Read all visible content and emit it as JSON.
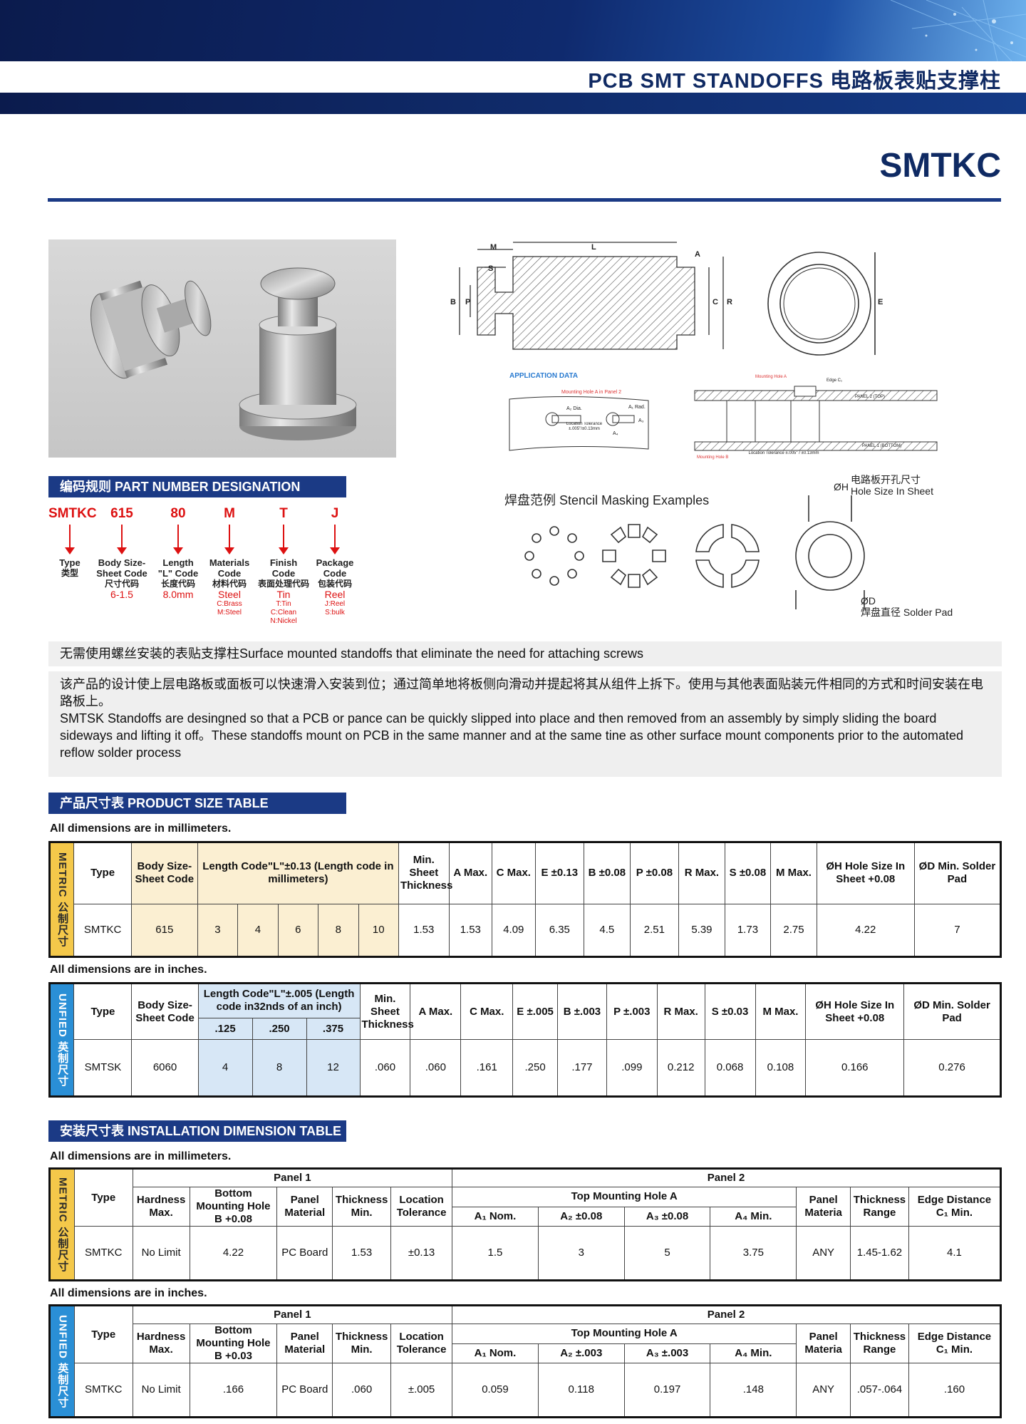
{
  "header": {
    "title": "PCB  SMT  STANDOFFS 电路板表贴支撑柱"
  },
  "model": {
    "code": "SMTKC"
  },
  "drawing": {
    "labels": {
      "m": "M",
      "l": "L",
      "s": "S",
      "a": "A",
      "b": "B",
      "p": "P",
      "c": "C",
      "r": "R",
      "e": "E"
    },
    "application_title": "APPLICATION DATA",
    "mounting_hole_panel2": "Mounting Hole A in Panel 2",
    "a2_dia": "A₂ Dia.",
    "a1_rad": "A₁ Rad.",
    "a3": "A₃",
    "a4": "A₄",
    "location_tolerance": "Location Tolerance ±.005\"/±0.13mm",
    "mounting_hole_a": "Mounting Hole A",
    "edge_c1": "Edge C₁",
    "panel2_top": "PANEL 2 (TOP)",
    "panel1_bottom": "PANEL 1 (BOTTOM)",
    "mounting_hole_b": "Mounting Hole B",
    "location_tolerance2": "Location Tolerance ±.005\" / ±0.13mm"
  },
  "part_number": {
    "title": "编码规则 PART NUMBER DESIGNATION",
    "columns": [
      {
        "code": "SMTKC",
        "label": "Type",
        "cn": "类型",
        "example": "",
        "notes": []
      },
      {
        "code": "615",
        "label": "Body Size-Sheet Code",
        "cn": "尺寸代码",
        "example": "6-1.5",
        "notes": []
      },
      {
        "code": "80",
        "label": "Length \"L\" Code",
        "cn": "长度代码",
        "example": "8.0mm",
        "notes": []
      },
      {
        "code": "M",
        "label": "Materials Code",
        "cn": "材料代码",
        "example": "Steel",
        "notes": [
          "C:Brass",
          "M:Steel"
        ]
      },
      {
        "code": "T",
        "label": "Finish Code",
        "cn": "表面处理代码",
        "example": "Tin",
        "notes": [
          "T:Tin",
          "C:Clean",
          "N:Nickel"
        ]
      },
      {
        "code": "J",
        "label": "Package Code",
        "cn": "包装代码",
        "example": "Reel",
        "notes": [
          "J:Reel",
          "S:bulk"
        ]
      }
    ]
  },
  "stencil": {
    "title": "焊盘范例 Stencil Masking Examples",
    "hole_label_sym": "ØH",
    "hole_label_cn": "电路板开孔尺寸",
    "hole_label_en": "Hole Size In Sheet",
    "pad_label_sym": "ØD",
    "pad_label": "焊盘直径 Solder Pad"
  },
  "description": {
    "line1": "无需使用螺丝安装的表贴支撑柱Surface mounted standoffs that eliminate the need for attaching screws",
    "para_cn": "该产品的设计使上层电路板或面板可以快速滑入安装到位；通过简单地将板侧向滑动并提起将其从组件上拆下。使用与其他表面贴装元件相同的方式和时间安装在电路板上。",
    "para_en": "SMTSK Standoffs are desingned so that a PCB or pance can be quickly slipped into place and then removed from an assembly by simply sliding the board sideways and lifting it off。These standoffs mount on PCB in the same manner and at the same tine as other surface mount components prior to the automated reflow solder process"
  },
  "product_table": {
    "title": "产品尺寸表 PRODUCT SIZE TABLE",
    "metric_note": "All dimensions are in millimeters.",
    "metric_label": "METRIC 公制尺寸",
    "metric_headers": {
      "type": "Type",
      "body": "Body Size-Sheet Code",
      "length": "Length Code\"L\"±0.13 (Length code in millimeters)",
      "min_sheet": "Min. Sheet Thickness",
      "a": "A Max.",
      "c": "C Max.",
      "e": "E ±0.13",
      "b": "B ±0.08",
      "p": "P ±0.08",
      "r": "R Max.",
      "s": "S ±0.08",
      "m": "M Max.",
      "h": "ØH Hole Size In Sheet +0.08",
      "d": "ØD Min. Solder Pad"
    },
    "metric_row": [
      "SMTKC",
      "615",
      "3",
      "4",
      "6",
      "8",
      "10",
      "1.53",
      "1.53",
      "4.09",
      "6.35",
      "4.5",
      "2.51",
      "5.39",
      "1.73",
      "2.75",
      "4.22",
      "7"
    ],
    "inch_note": "All dimensions are in inches.",
    "inch_label": "UNFIED 英制尺寸",
    "inch_headers": {
      "type": "Type",
      "body": "Body Size-Sheet Code",
      "length": "Length Code\"L\"±.005 (Length code in32nds of an inch)",
      "len_sub": [
        ".125",
        ".250",
        ".375"
      ],
      "min_sheet": "Min. Sheet Thickness",
      "a": "A Max.",
      "c": "C Max.",
      "e": "E ±.005",
      "b": "B ±.003",
      "p": "P ±.003",
      "r": "R Max.",
      "s": "S ±0.03",
      "m": "M Max.",
      "h": "ØH Hole Size In Sheet +0.08",
      "d": "ØD Min. Solder Pad"
    },
    "inch_row": [
      "SMTSK",
      "6060",
      "4",
      "8",
      "12",
      ".060",
      ".060",
      ".161",
      ".250",
      ".177",
      ".099",
      "0.212",
      "0.068",
      "0.108",
      "0.166",
      "0.276"
    ]
  },
  "install_table": {
    "title": "安装尺寸表 INSTALLATION DIMENSION TABLE",
    "metric_note": "All dimensions are in millimeters.",
    "inch_note": "All dimensions are in inches.",
    "metric_label": "METRIC 公制尺寸",
    "inch_label": "UNFIED 英制尺寸",
    "panel1": "Panel 1",
    "panel2": "Panel 2",
    "top_hole": "Top Mounting Hole A",
    "h_type": "Type",
    "h_hardness": "Hardness Max.",
    "h_bottom_metric": "Bottom Mounting Hole B +0.08",
    "h_bottom_inch": "Bottom Mounting Hole B +0.03",
    "h_material": "Panel Material",
    "h_thickness": "Thickness Min.",
    "h_location": "Location Tolerance",
    "h_a1": "A₁ Nom.",
    "h_a2_metric": "A₂ ±0.08",
    "h_a3_metric": "A₃ ±0.08",
    "h_a2_inch": "A₂ ±.003",
    "h_a3_inch": "A₃ ±.003",
    "h_a4": "A₄ Min.",
    "h_panel_materia": "Panel Materia",
    "h_thick_range": "Thickness Range",
    "h_edge": "Edge Distance C₁ Min.",
    "metric_row": [
      "SMTKC",
      "No Limit",
      "4.22",
      "PC Board",
      "1.53",
      "±0.13",
      "1.5",
      "3",
      "5",
      "3.75",
      "ANY",
      "1.45-1.62",
      "4.1"
    ],
    "inch_row": [
      "SMTKC",
      "No Limit",
      ".166",
      "PC Board",
      ".060",
      "±.005",
      "0.059",
      "0.118",
      "0.197",
      ".148",
      "ANY",
      ".057-.064",
      ".160"
    ]
  }
}
